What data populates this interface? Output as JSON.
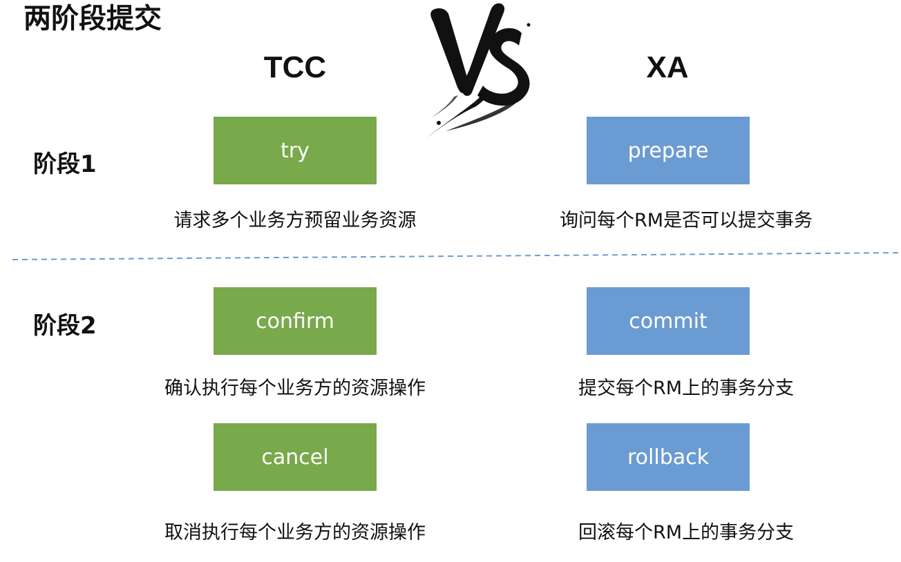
{
  "title": "两阶段提交",
  "logo_text": "VS",
  "columns": {
    "tcc": {
      "header": "TCC"
    },
    "xa": {
      "header": "XA"
    }
  },
  "phases": [
    {
      "label": "阶段1",
      "tcc": [
        {
          "action": "try",
          "description": "请求多个业务方预留业务资源"
        }
      ],
      "xa": [
        {
          "action": "prepare",
          "description": "询问每个RM是否可以提交事务"
        }
      ]
    },
    {
      "label": "阶段2",
      "tcc": [
        {
          "action": "confirm",
          "description": "确认执行每个业务方的资源操作"
        },
        {
          "action": "cancel",
          "description": "取消执行每个业务方的资源操作"
        }
      ],
      "xa": [
        {
          "action": "commit",
          "description": "提交每个RM上的事务分支"
        },
        {
          "action": "rollback",
          "description": "回滚每个RM上的事务分支"
        }
      ]
    }
  ],
  "colors": {
    "tcc_box": "#78a94b",
    "xa_box": "#6b9bd3",
    "divider": "#6b9bd3",
    "text": "#111111"
  }
}
